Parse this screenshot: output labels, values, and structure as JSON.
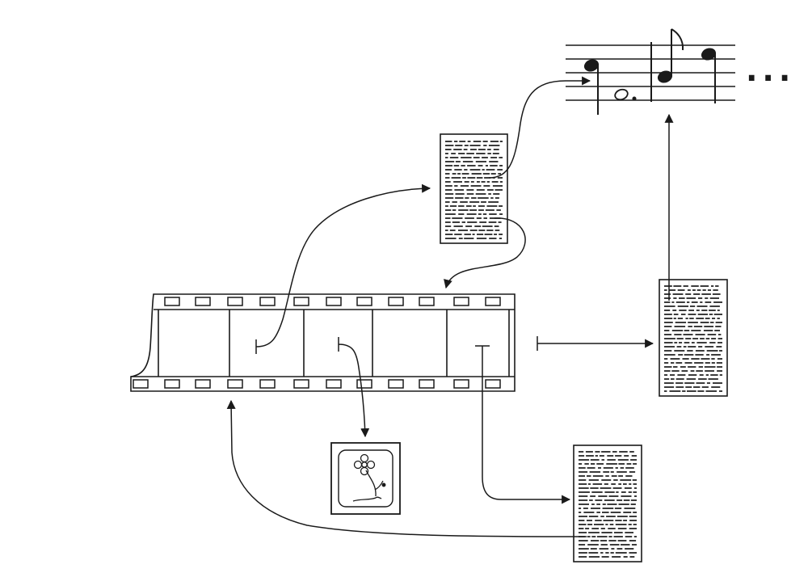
{
  "diagram": {
    "title": "",
    "ink_color": "#1a1a1a",
    "background": "#ffffff",
    "continuation_mark": "...",
    "nodes": [
      {
        "id": "film-strip",
        "kind": "film strip with frames"
      },
      {
        "id": "text-doc-upper",
        "kind": "text document"
      },
      {
        "id": "text-doc-right",
        "kind": "text document"
      },
      {
        "id": "text-doc-lower",
        "kind": "text document"
      },
      {
        "id": "image-panel",
        "kind": "framed picture of a flower"
      },
      {
        "id": "music-staff",
        "kind": "musical notation"
      }
    ],
    "links": [
      {
        "from": "film-strip",
        "to": "text-doc-upper"
      },
      {
        "from": "text-doc-upper",
        "to": "music-staff"
      },
      {
        "from": "text-doc-upper",
        "to": "film-strip"
      },
      {
        "from": "film-strip",
        "to": "image-panel"
      },
      {
        "from": "film-strip",
        "to": "text-doc-lower"
      },
      {
        "from": "film-strip",
        "to": "text-doc-right"
      },
      {
        "from": "text-doc-right",
        "to": "music-staff"
      },
      {
        "from": "text-doc-lower",
        "to": "film-strip"
      }
    ]
  }
}
